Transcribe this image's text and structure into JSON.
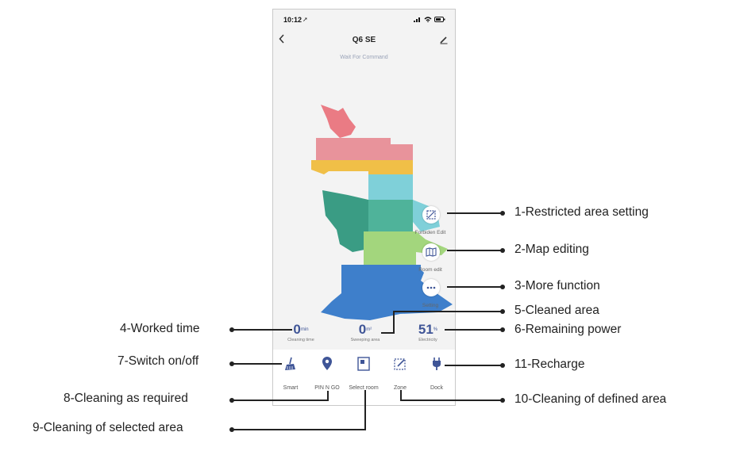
{
  "phone": {
    "status_time": "10:12",
    "title": "Q6 SE",
    "status_text": "Wait For Command"
  },
  "side_buttons": [
    {
      "label": "Forbiden Edit",
      "icon": "forbidden-zone-icon"
    },
    {
      "label": "Room edit",
      "icon": "map-icon"
    },
    {
      "label": "Setting",
      "icon": "more-dots-icon"
    }
  ],
  "stats": [
    {
      "value": "0",
      "unit": "min",
      "label": "Cleaning time"
    },
    {
      "value": "0",
      "unit": "m²",
      "label": "Sweeping area"
    },
    {
      "value": "51",
      "unit": "%",
      "label": "Electricity"
    }
  ],
  "toolbar": [
    {
      "label": "Smart",
      "icon": "broom-icon"
    },
    {
      "label": "PIN N GO",
      "icon": "location-pin-icon"
    },
    {
      "label": "Select room",
      "icon": "room-select-icon"
    },
    {
      "label": "Zone",
      "icon": "zone-icon"
    },
    {
      "label": "Dock",
      "icon": "plug-icon"
    }
  ],
  "callouts": [
    {
      "label": "1-Restricted area setting"
    },
    {
      "label": "2-Map editing"
    },
    {
      "label": "3-More function"
    },
    {
      "label": "4-Worked time"
    },
    {
      "label": "5-Cleaned area"
    },
    {
      "label": "6-Remaining power"
    },
    {
      "label": "7-Switch on/off"
    },
    {
      "label": "8-Cleaning as required"
    },
    {
      "label": "9-Cleaning of selected area"
    },
    {
      "label": "10-Cleaning of defined area"
    },
    {
      "label": "11-Recharge"
    }
  ],
  "colors": {
    "accent": "#3f5597",
    "room_pink": "#e8939b",
    "room_red": "#ea7b84",
    "room_yellow": "#f0bf47",
    "room_cyan": "#7fd0d9",
    "room_teal": "#4fb39a",
    "room_green": "#a3d67d",
    "room_blue": "#3e7fcb",
    "room_darkteal": "#3a9c84"
  }
}
